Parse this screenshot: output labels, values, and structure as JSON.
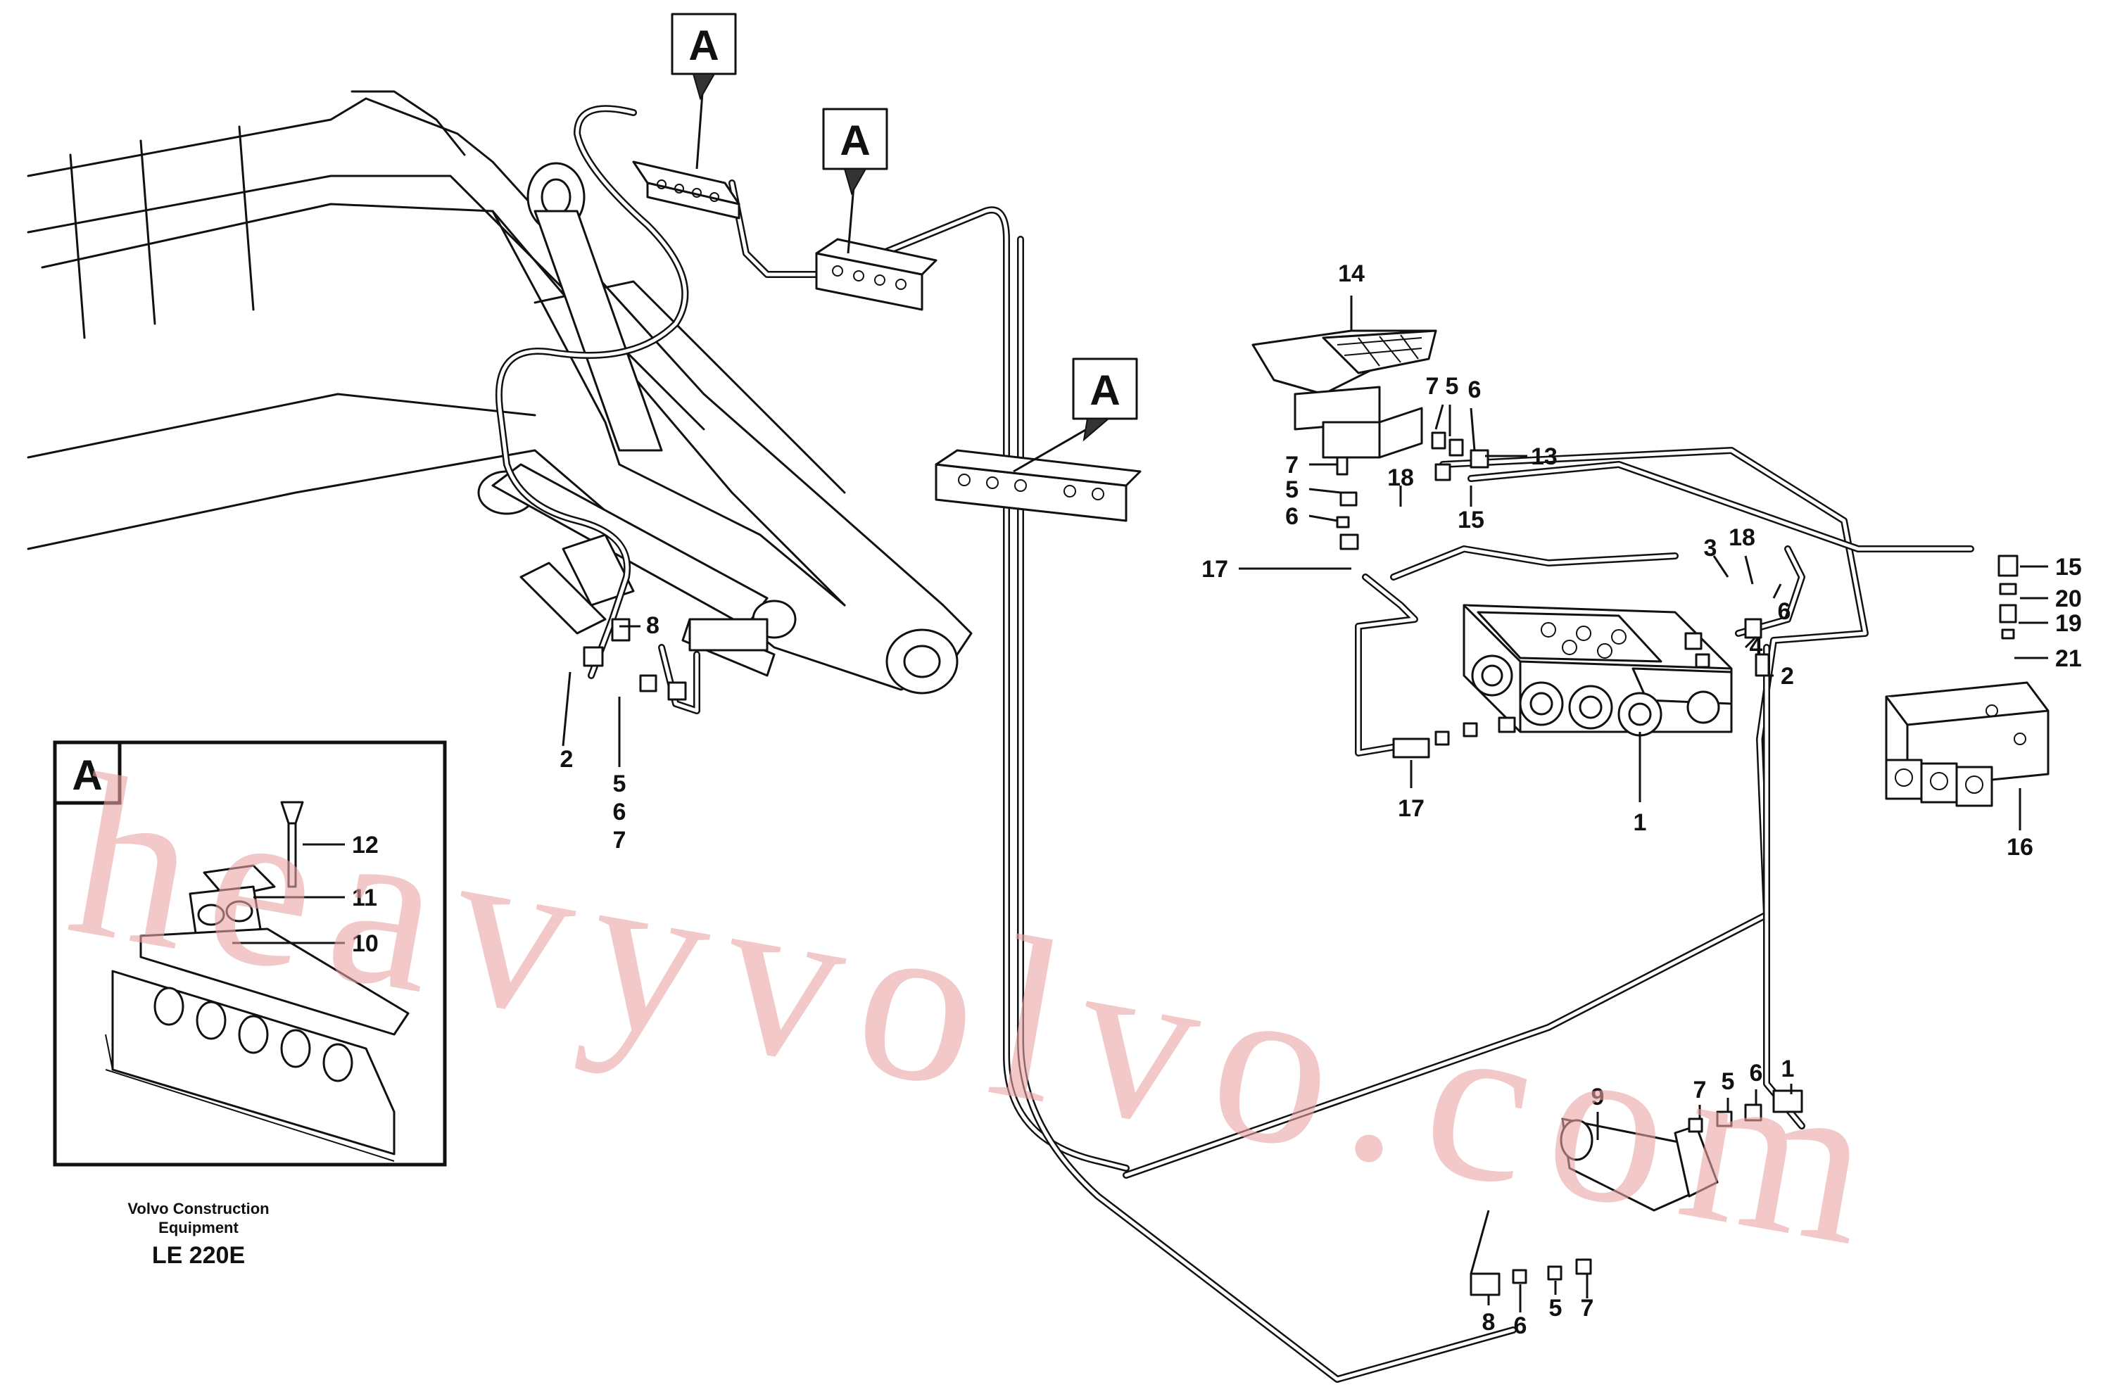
{
  "tag_letter": "A",
  "inset": {
    "label": "A"
  },
  "credit": {
    "line1": "Volvo Construction",
    "line2": "Equipment",
    "model": "LE 220E"
  },
  "watermark": "heavyvolvo.com",
  "callouts": {
    "c1": "1",
    "c2a": "2",
    "c2b": "2",
    "c3": "3",
    "c4": "4",
    "c5a": "5",
    "c5b": "5",
    "c5c": "5",
    "c5d": "5",
    "c5e": "5",
    "c6a": "6",
    "c6b": "6",
    "c6c": "6",
    "c6d": "6",
    "c6e": "6",
    "c6f": "6",
    "c7a": "7",
    "c7b": "7",
    "c7c": "7",
    "c7d": "7",
    "c7e": "7",
    "c8a": "8",
    "c8b": "8",
    "c9": "9",
    "c10": "10",
    "c11": "11",
    "c12": "12",
    "c13": "13",
    "c14": "14",
    "c15a": "15",
    "c15b": "15",
    "c16": "16",
    "c17a": "17",
    "c17b": "17",
    "c18a": "18",
    "c18b": "18",
    "c19": "19",
    "c20": "20",
    "c21": "21",
    "c1x": "1"
  }
}
